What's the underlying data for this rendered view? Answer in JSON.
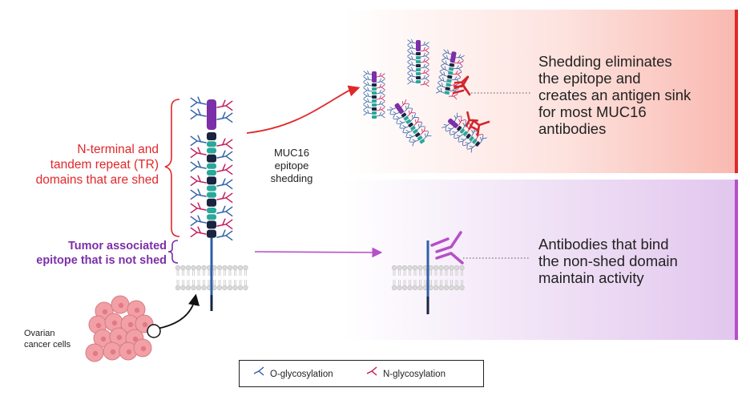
{
  "labels": {
    "shed_domains": "N-terminal and\ntandem repeat (TR)\ndomains that are shed",
    "not_shed": "Tumor associated\nepitope that is not shed",
    "shedding": "MUC16\nepitope\nshedding",
    "sink": "Shedding eliminates\nthe epitope and\ncreates an antigen sink\nfor most MUC16\nantibodies",
    "active": "Antibodies that bind\nthe non-shed domain\nmaintain activity",
    "cells": "Ovarian\ncancer cells"
  },
  "legend": {
    "o_glyco": "O-glycosylation",
    "n_glyco": "N-glycosylation"
  },
  "colors": {
    "red": "#e0282a",
    "purple": "#7b2fa8",
    "teal": "#2aa89a",
    "navy": "#1a2340",
    "blue_glycan": "#2e5fa8",
    "pink_glycan": "#c2185b",
    "antibody_red": "#d3262b",
    "antibody_purple": "#b64fc8",
    "cell_pink": "#f2a0a5"
  }
}
